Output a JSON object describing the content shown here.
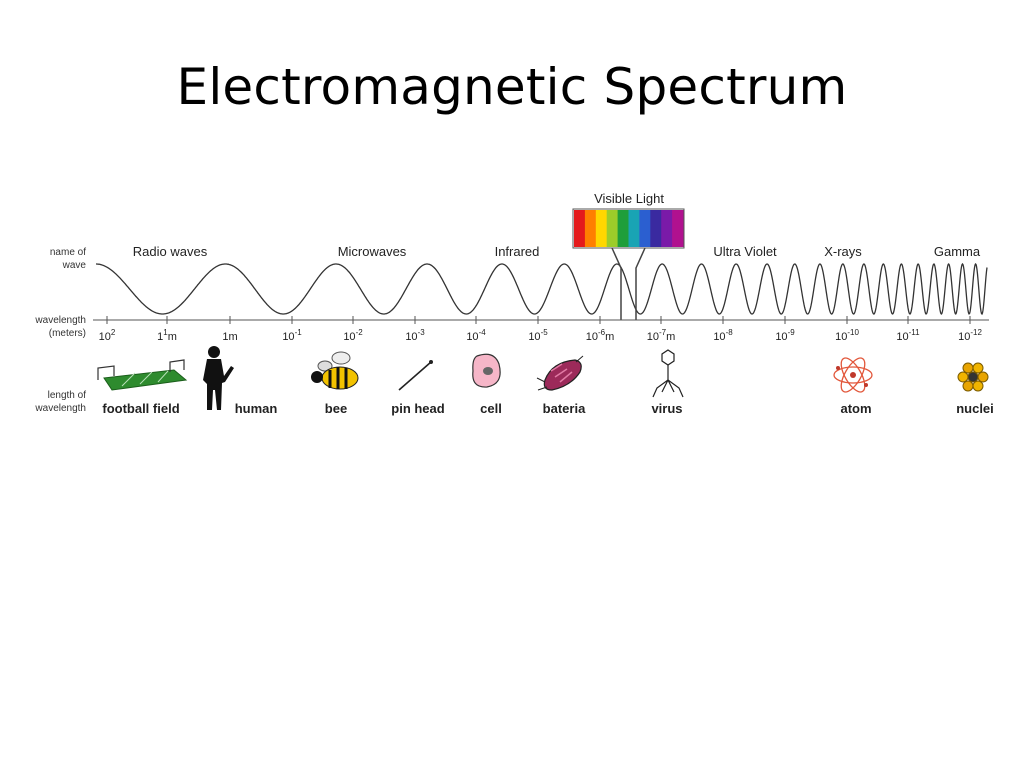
{
  "slide": {
    "title": "Electromagnetic Spectrum"
  },
  "rows": {
    "name_of_wave": [
      "name of",
      "wave"
    ],
    "wavelength": [
      "wavelength",
      "(meters)"
    ],
    "length_of_wavelength": [
      "length of",
      "wavelength"
    ]
  },
  "visible_light": {
    "label": "Visible Light",
    "colors": [
      "#e41a1c",
      "#ff7f00",
      "#ffd700",
      "#9ccc2a",
      "#1f9e3a",
      "#19a4b4",
      "#2b5fd0",
      "#3a2aa0",
      "#7a1aa8",
      "#b0118f"
    ]
  },
  "bands": [
    {
      "name": "Radio waves"
    },
    {
      "name": "Microwaves"
    },
    {
      "name": "Infrared"
    },
    {
      "name": "Ultra Violet"
    },
    {
      "name": "X-rays"
    },
    {
      "name": "Gamma"
    }
  ],
  "ticks": [
    {
      "base": "10",
      "exp": "2",
      "unit": ""
    },
    {
      "base": "1",
      "exp": "1",
      "unit": "m"
    },
    {
      "base": "1m",
      "exp": "",
      "unit": ""
    },
    {
      "base": "10",
      "exp": "-1",
      "unit": ""
    },
    {
      "base": "10",
      "exp": "-2",
      "unit": ""
    },
    {
      "base": "10",
      "exp": "-3",
      "unit": ""
    },
    {
      "base": "10",
      "exp": "-4",
      "unit": ""
    },
    {
      "base": "10",
      "exp": "-5",
      "unit": ""
    },
    {
      "base": "10",
      "exp": "-6",
      "unit": "m"
    },
    {
      "base": "10",
      "exp": "-7",
      "unit": "m"
    },
    {
      "base": "10",
      "exp": "-8",
      "unit": ""
    },
    {
      "base": "10",
      "exp": "-9",
      "unit": ""
    },
    {
      "base": "10",
      "exp": "-10",
      "unit": ""
    },
    {
      "base": "10",
      "exp": "-11",
      "unit": ""
    },
    {
      "base": "10",
      "exp": "-12",
      "unit": ""
    }
  ],
  "objects": [
    {
      "label": "football field",
      "icon": "football-field-icon"
    },
    {
      "label": "human",
      "icon": "human-icon"
    },
    {
      "label": "bee",
      "icon": "bee-icon"
    },
    {
      "label": "pin head",
      "icon": "pin-head-icon"
    },
    {
      "label": "cell",
      "icon": "cell-icon"
    },
    {
      "label": "bateria",
      "icon": "bacteria-icon"
    },
    {
      "label": "virus",
      "icon": "virus-icon"
    },
    {
      "label": "atom",
      "icon": "atom-icon"
    },
    {
      "label": "nuclei",
      "icon": "nuclei-icon"
    }
  ]
}
